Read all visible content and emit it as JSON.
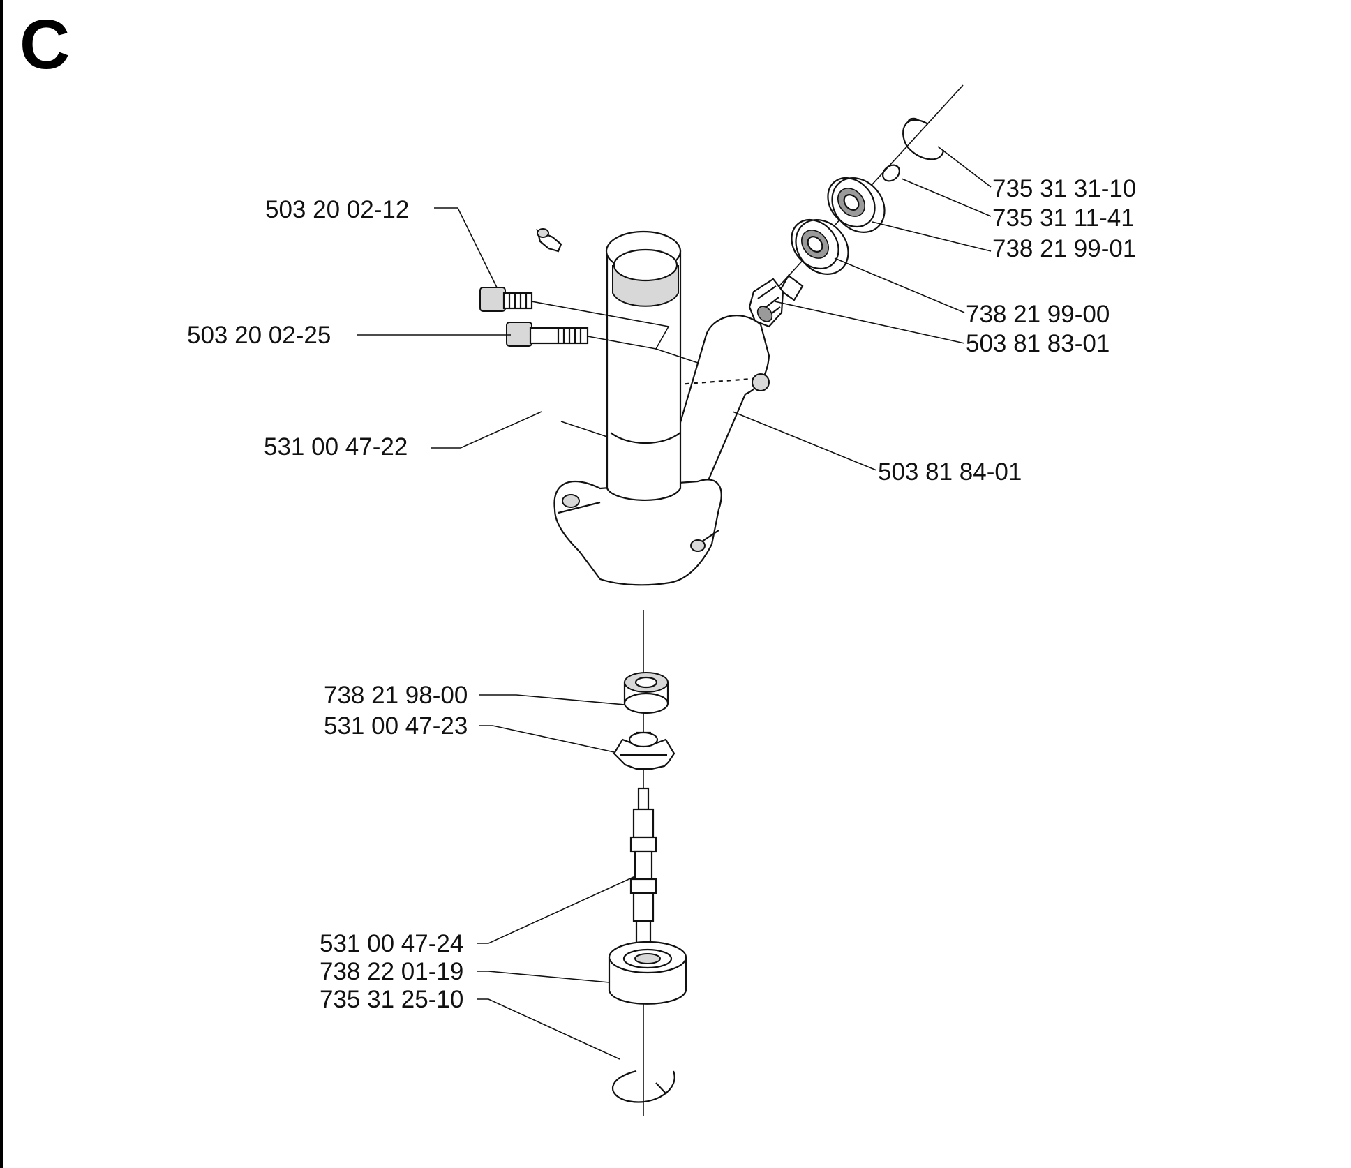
{
  "section_letter": "C",
  "parts": {
    "p1": "735 31 31-10",
    "p2": "735 31 11-41",
    "p3": "738 21 99-01",
    "p4": "503 20 02-12",
    "p5": "738 21 99-00",
    "p6": "503 20 02-25",
    "p7": "503 81 83-01",
    "p8": "531 00 47-22",
    "p9": "503 81 84-01",
    "p10": "738 21 98-00",
    "p11": "531 00 47-23",
    "p12": "531 00 47-24",
    "p13": "738 22 01-19",
    "p14": "735 31 25-10"
  }
}
